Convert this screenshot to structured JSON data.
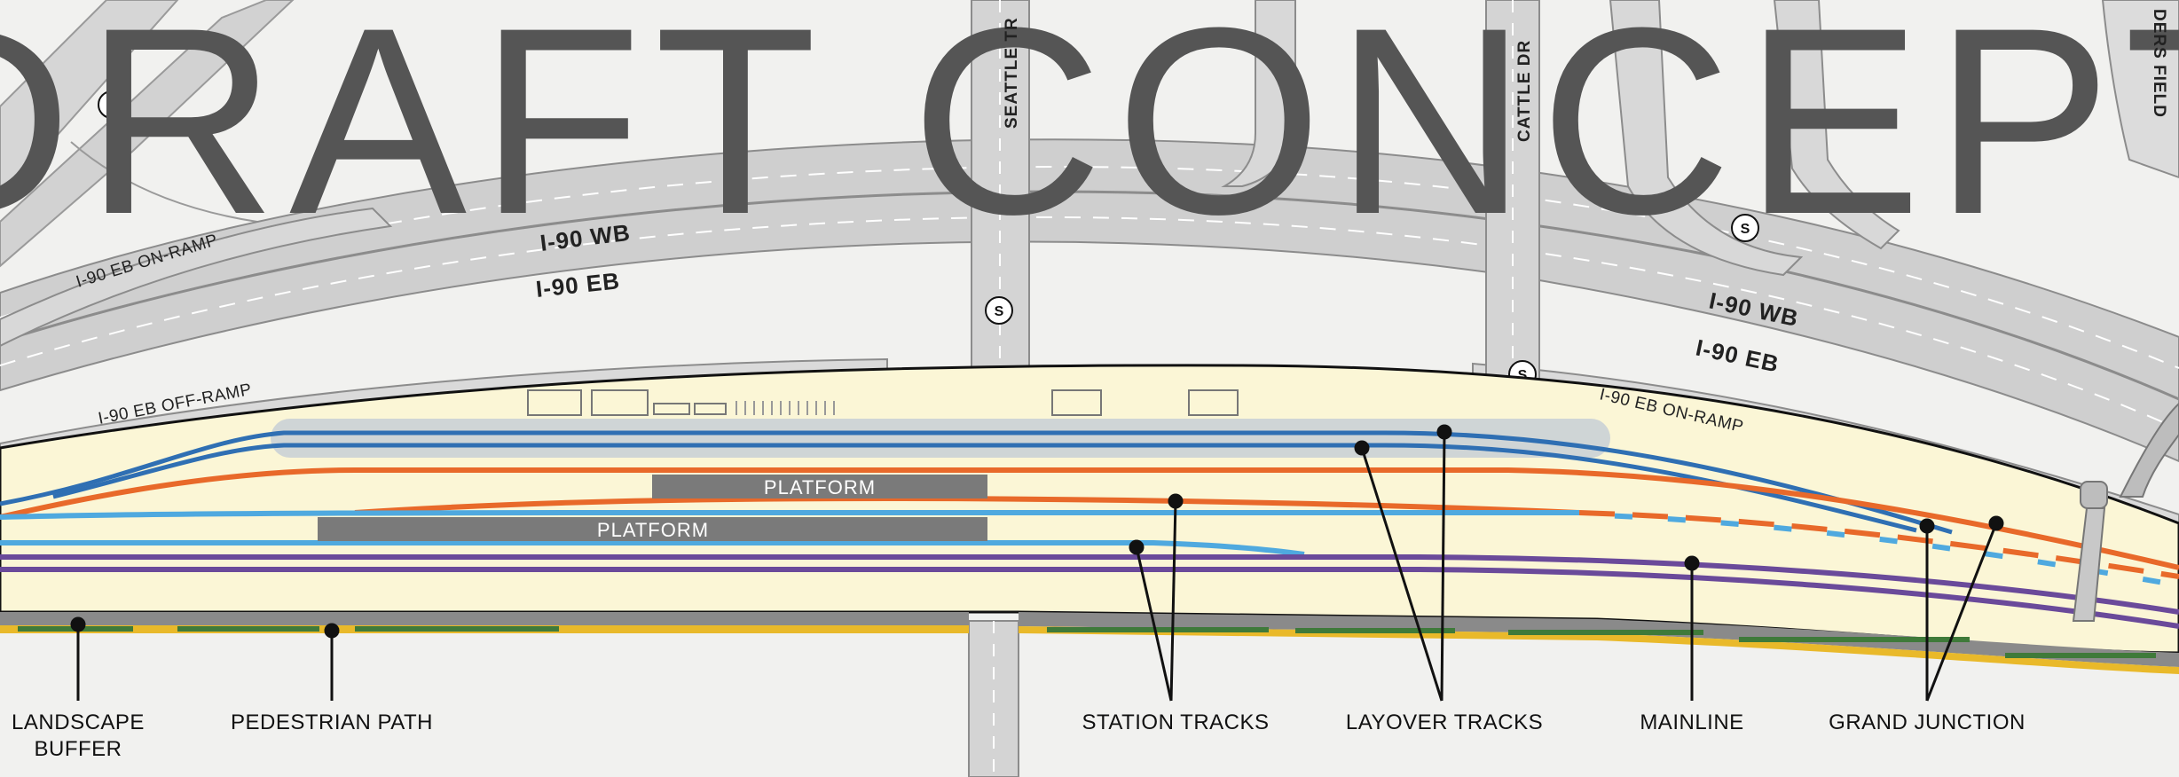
{
  "watermark": "DRAFT CONCEPT",
  "roads": {
    "i90_wb_upper": "I-90 WB",
    "i90_eb_upper": "I-90 EB",
    "i90_wb_right": "I-90 WB",
    "i90_eb_right": "I-90 EB",
    "eb_on_ramp_left": "I-90 EB ON-RAMP",
    "eb_off_ramp": "I-90 EB OFF-RAMP",
    "eb_on_ramp_right": "I-90 EB ON-RAMP"
  },
  "streets": {
    "seattle": "SEATTLE TR",
    "cattle": "CATTLE DR",
    "builders": "DERS FIELD"
  },
  "signal_symbol": "S",
  "platforms": [
    "PLATFORM",
    "PLATFORM"
  ],
  "callouts": {
    "landscape_buffer": [
      "LANDSCAPE",
      "BUFFER"
    ],
    "pedestrian_path": "PEDESTRIAN PATH",
    "station_tracks": "STATION TRACKS",
    "layover_tracks": "LAYOVER TRACKS",
    "mainline": "MAINLINE",
    "grand_junction": "GRAND JUNCTION"
  },
  "colors": {
    "station_track_orange": "#e8692a",
    "station_track_light_blue": "#4fa9df",
    "layover_track_blue": "#2f6fb3",
    "mainline_purple": "#6a4a9a",
    "site_fill": "#fbf6d6",
    "road_gray": "#cfcfcf",
    "platform_gray": "#7a7a7a",
    "path_yellow": "#e9b92a",
    "buffer_green": "#3f7a3a"
  }
}
